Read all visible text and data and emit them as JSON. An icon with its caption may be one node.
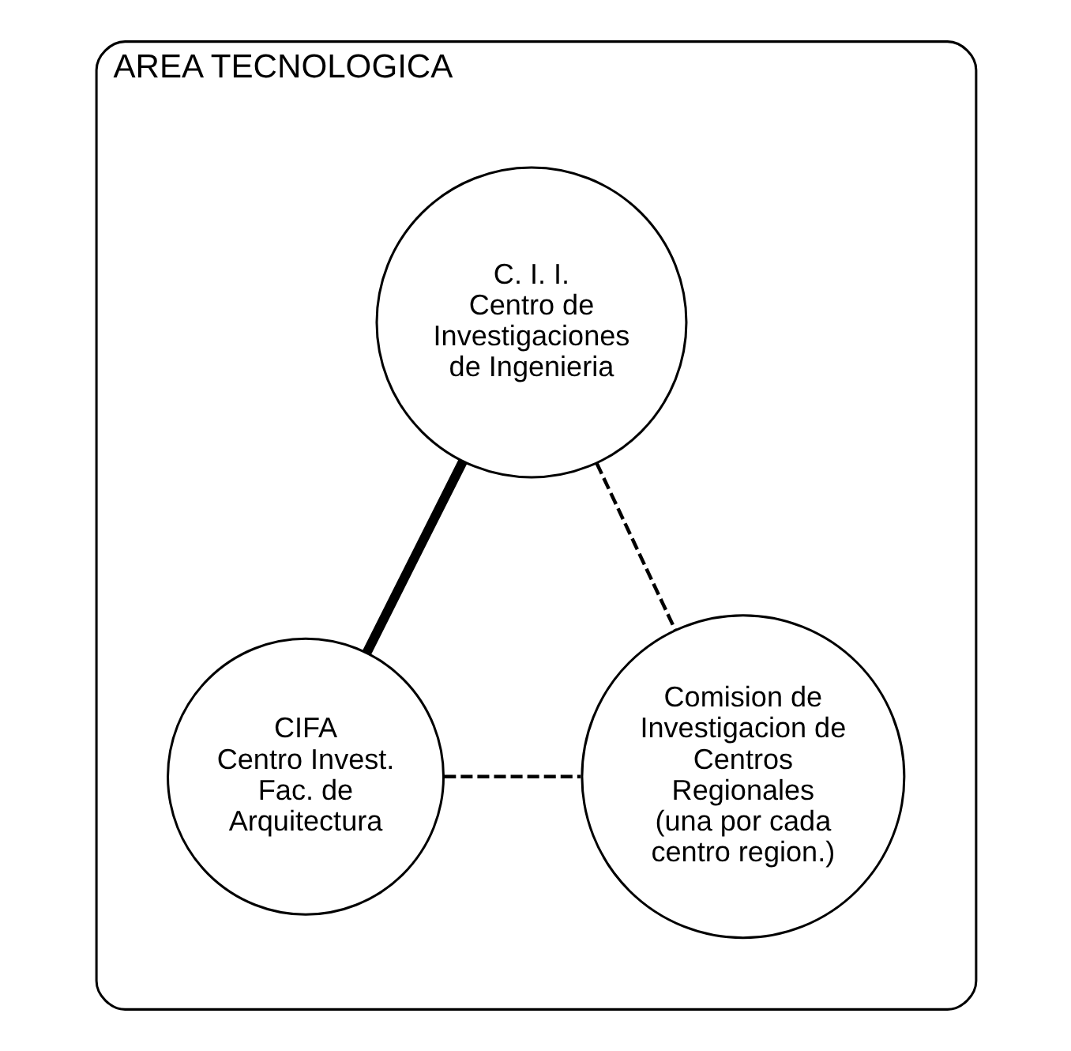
{
  "diagram": {
    "nodes": [
      {
        "text": [
          "AREA TECNOLOGICA"
        ]
      },
      {
        "text": [
          "C. I. I.",
          "Centro de Investigaciones de Ingenieria"
        ],
        "in": 0
      },
      {
        "text": [
          "CIFA",
          "Centro Invest. Fac. de Arquitectura"
        ],
        "in": 0
      },
      {
        "text": [
          "Comision de Investigacion de Centros Regionales",
          "(una por cada centro region.)"
        ],
        "in": 0
      }
    ],
    "edges": [
      {
        "from": 1,
        "to": 2,
        "arrow": "none",
        "style": "thick"
      },
      {
        "from": 1,
        "to": 3,
        "arrow": "none",
        "style": "dashed"
      },
      {
        "from": 2,
        "to": 3,
        "arrow": "none",
        "style": "dashed"
      }
    ]
  }
}
